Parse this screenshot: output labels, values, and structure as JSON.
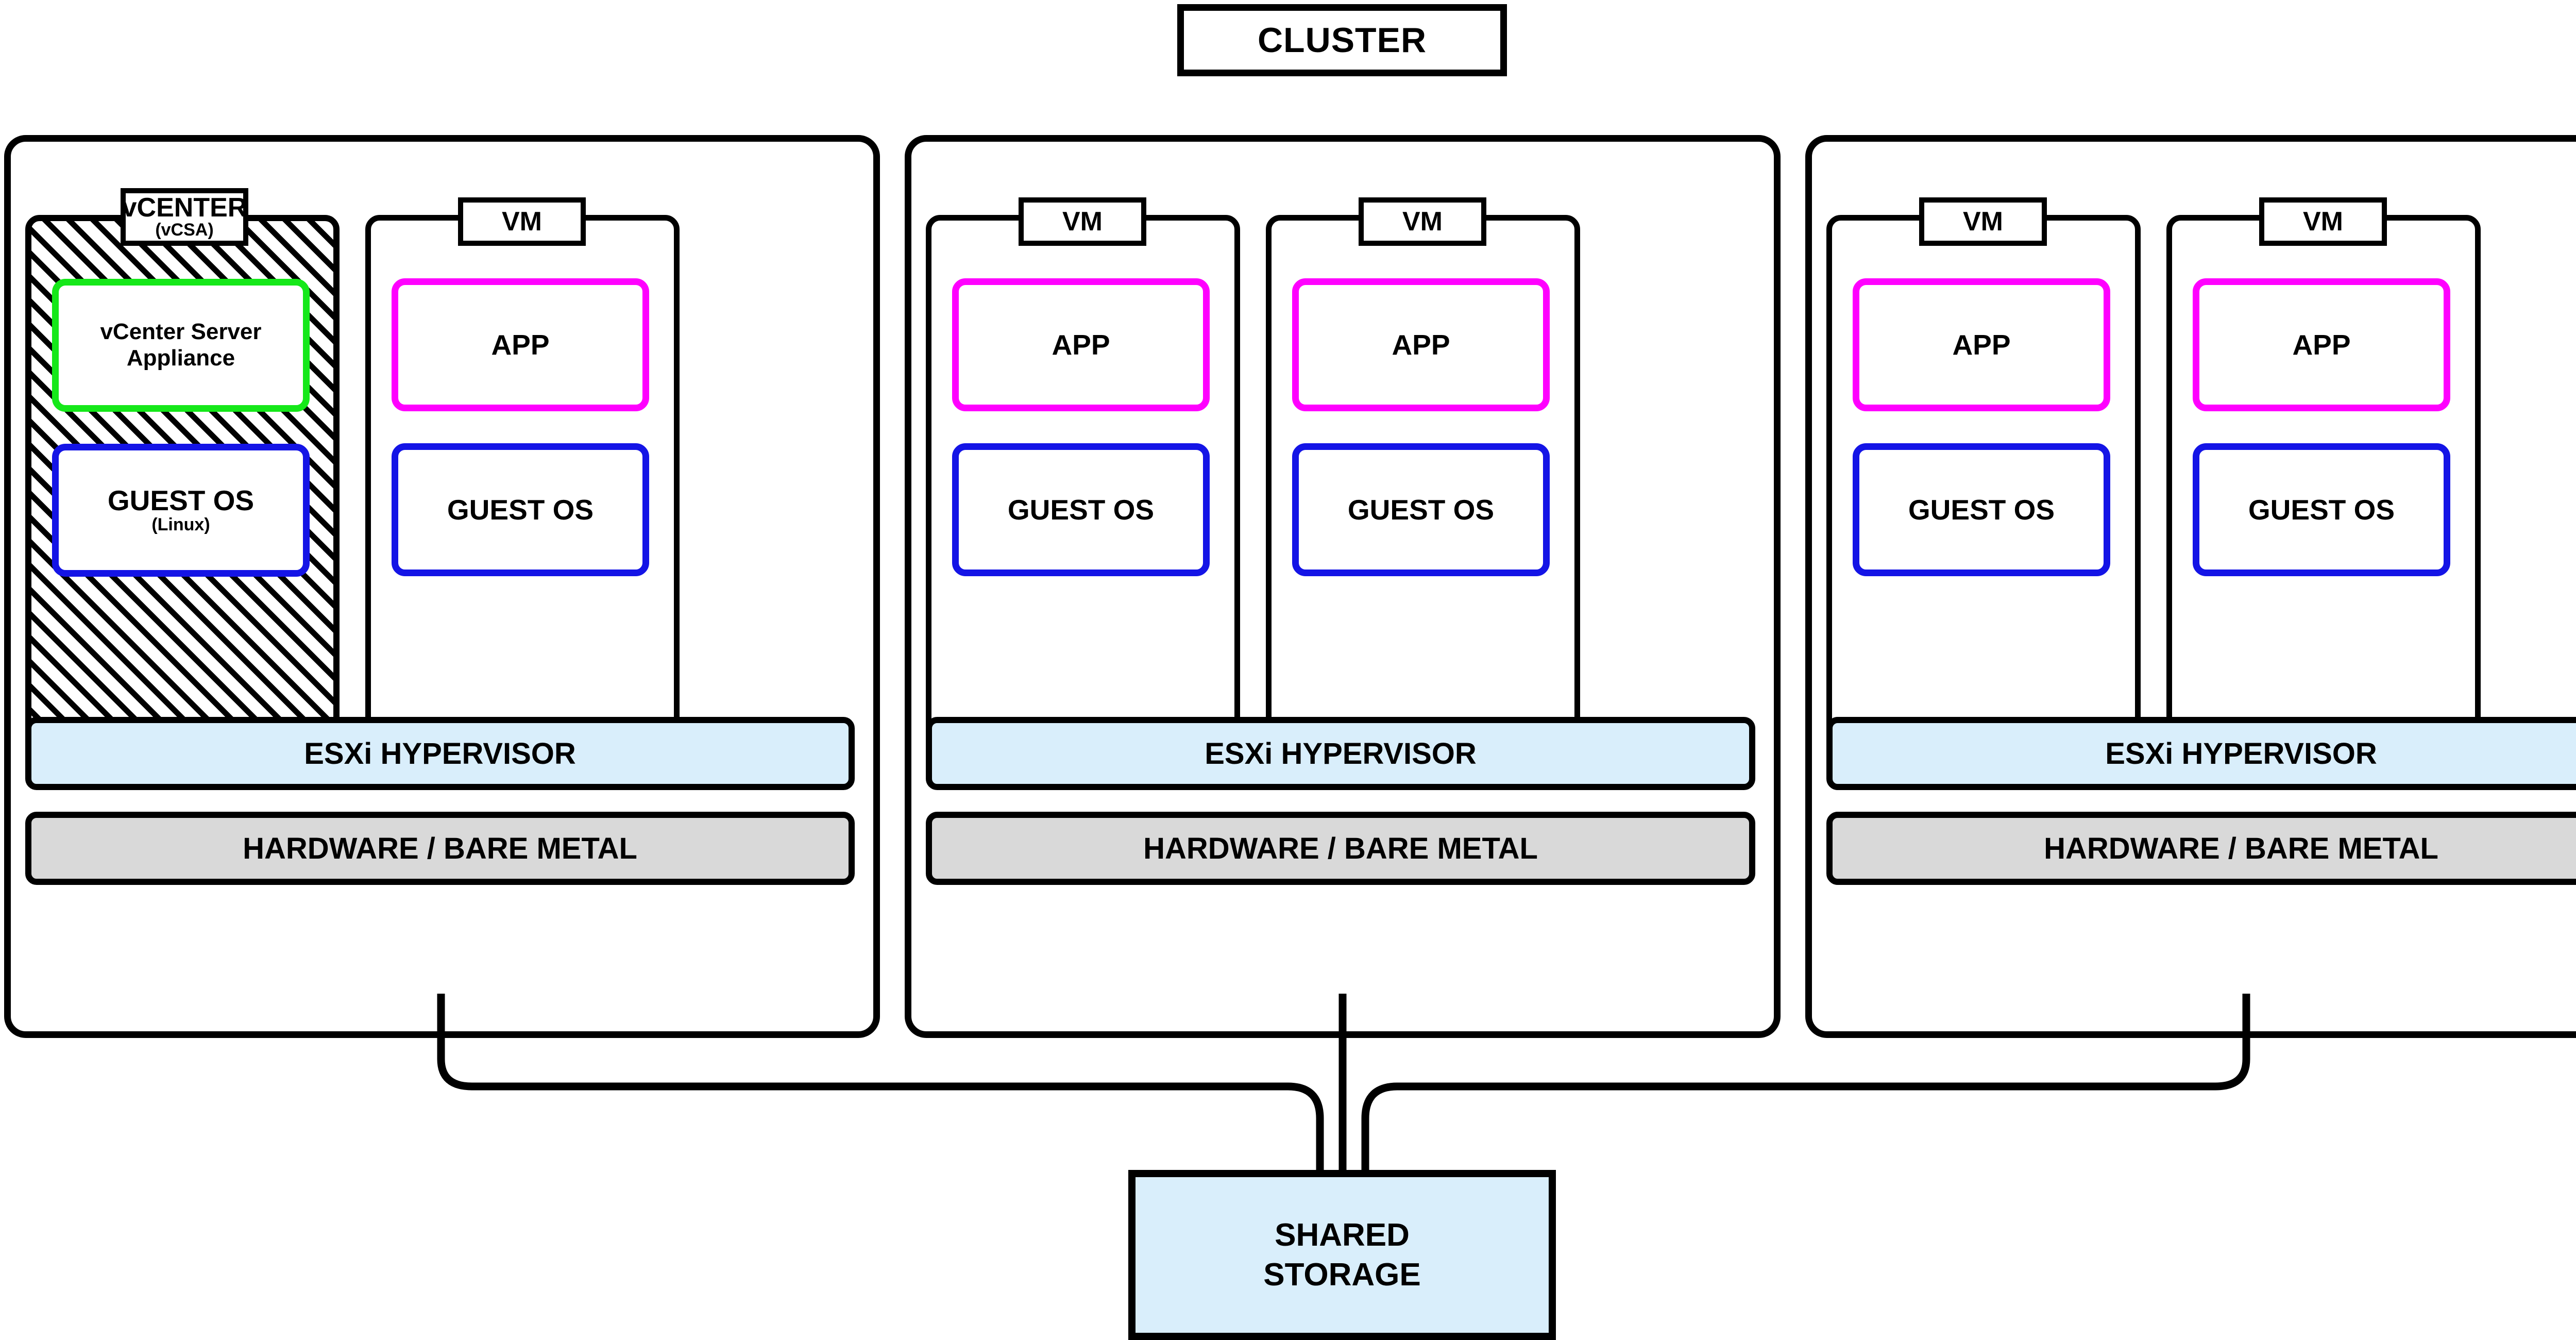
{
  "title": {
    "label": "CLUSTER"
  },
  "hosts": [
    {
      "name": "host-1",
      "slots": [
        {
          "kind": "vcenter",
          "tab": {
            "line1": "vCENTER",
            "line2": "(vCSA)"
          },
          "upper": {
            "line1": "vCenter Server",
            "line2": "Appliance",
            "color": "#15E819"
          },
          "lower": {
            "line1": "GUEST OS",
            "line2": "(Linux)",
            "color": "#1414E6"
          }
        },
        {
          "kind": "vm",
          "tab": {
            "line1": "VM",
            "line2": ""
          },
          "upper": {
            "line1": "APP",
            "line2": "",
            "color": "#FF00FF"
          },
          "lower": {
            "line1": "GUEST OS",
            "line2": "",
            "color": "#1414E6"
          }
        }
      ],
      "hypervisor": "ESXi HYPERVISOR",
      "hardware": "HARDWARE / BARE METAL"
    },
    {
      "name": "host-2",
      "slots": [
        {
          "kind": "vm",
          "tab": {
            "line1": "VM",
            "line2": ""
          },
          "upper": {
            "line1": "APP",
            "line2": "",
            "color": "#FF00FF"
          },
          "lower": {
            "line1": "GUEST OS",
            "line2": "",
            "color": "#1414E6"
          }
        },
        {
          "kind": "vm",
          "tab": {
            "line1": "VM",
            "line2": ""
          },
          "upper": {
            "line1": "APP",
            "line2": "",
            "color": "#FF00FF"
          },
          "lower": {
            "line1": "GUEST OS",
            "line2": "",
            "color": "#1414E6"
          }
        }
      ],
      "hypervisor": "ESXi HYPERVISOR",
      "hardware": "HARDWARE / BARE METAL"
    },
    {
      "name": "host-3",
      "slots": [
        {
          "kind": "vm",
          "tab": {
            "line1": "VM",
            "line2": ""
          },
          "upper": {
            "line1": "APP",
            "line2": "",
            "color": "#FF00FF"
          },
          "lower": {
            "line1": "GUEST OS",
            "line2": "",
            "color": "#1414E6"
          }
        },
        {
          "kind": "vm",
          "tab": {
            "line1": "VM",
            "line2": ""
          },
          "upper": {
            "line1": "APP",
            "line2": "",
            "color": "#FF00FF"
          },
          "lower": {
            "line1": "GUEST OS",
            "line2": "",
            "color": "#1414E6"
          }
        }
      ],
      "hypervisor": "ESXi HYPERVISOR",
      "hardware": "HARDWARE / BARE METAL"
    }
  ],
  "storage": {
    "line1": "SHARED",
    "line2": "STORAGE"
  },
  "colors": {
    "app_border": "#FF00FF",
    "guest_border": "#1414E6",
    "vcsa_border": "#15E819",
    "hypervisor_fill": "#D9EEFB",
    "hardware_fill": "#D9D9D9",
    "storage_fill": "#D9EEFB",
    "outline": "#000000"
  }
}
